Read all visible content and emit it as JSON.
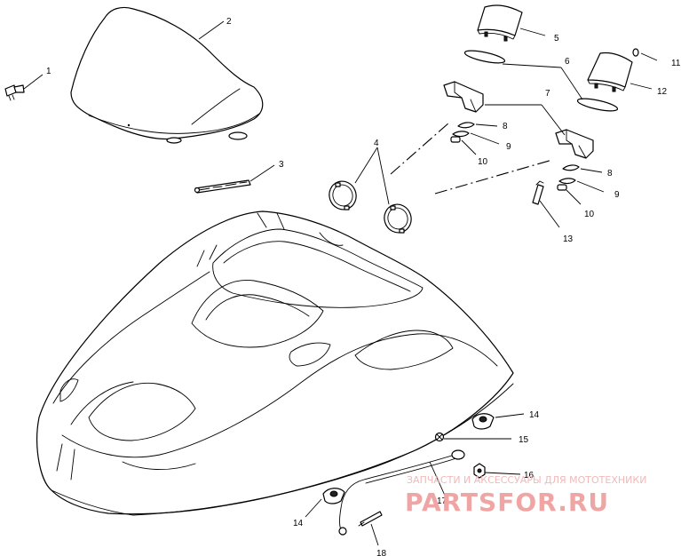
{
  "callouts": {
    "c1": "1",
    "c2": "2",
    "c3": "3",
    "c4": "4",
    "c5": "5",
    "c6": "6",
    "c7": "7",
    "c8a": "8",
    "c8b": "8",
    "c9a": "9",
    "c9b": "9",
    "c10a": "10",
    "c10b": "10",
    "c11": "11",
    "c12": "12",
    "c13": "13",
    "c14a": "14",
    "c14b": "14",
    "c15": "15",
    "c16": "16",
    "c17": "17",
    "c18": "18"
  },
  "watermark": {
    "tagline": "ЗАПЧАСТИ И АКСЕССУАРЫ ДЛЯ МОТОТЕХНИКИ",
    "logo": "PARTSFOR.RU"
  }
}
